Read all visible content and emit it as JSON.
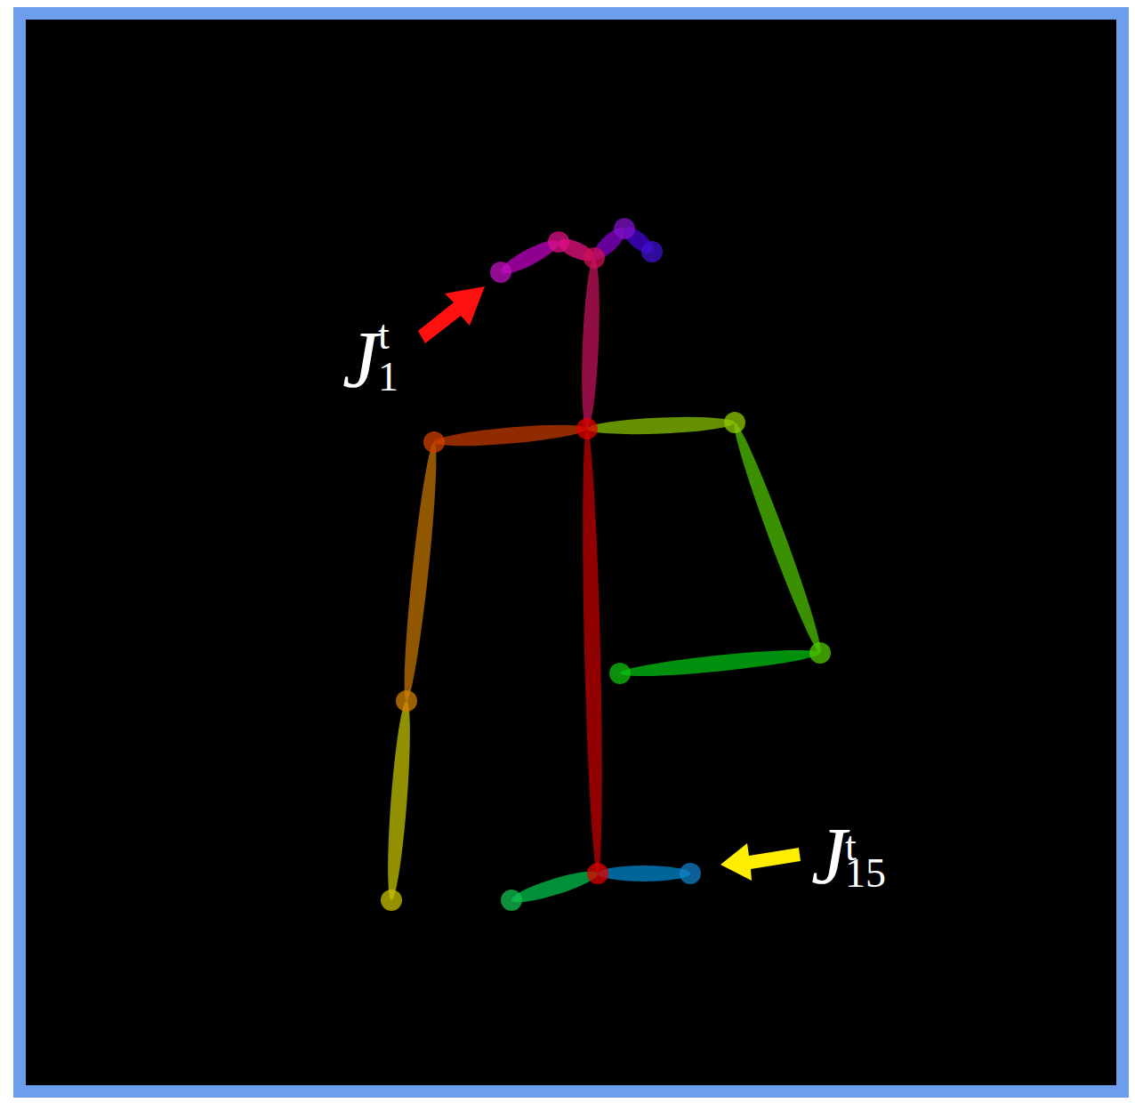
{
  "diagram": {
    "labels": [
      "J",
      "t",
      "1",
      "J",
      "t",
      "15"
    ]
  }
}
